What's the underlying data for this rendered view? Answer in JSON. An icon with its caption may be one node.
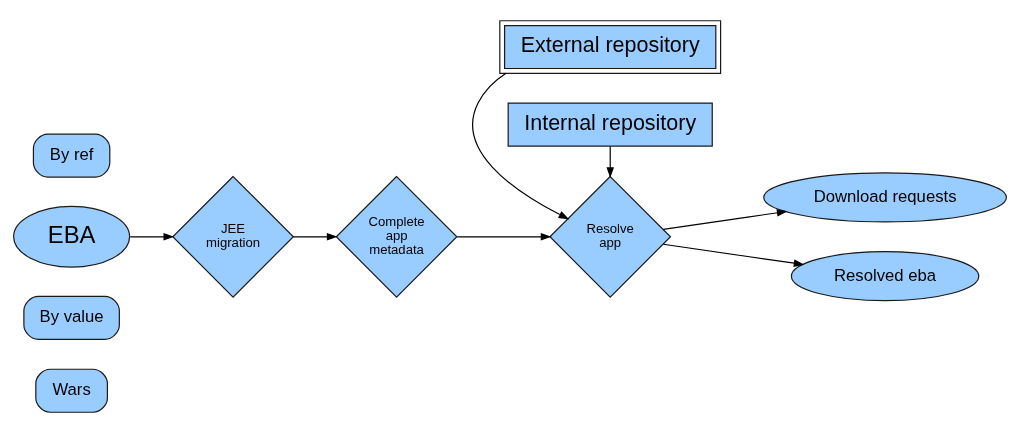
{
  "diagram": {
    "nodes": [
      {
        "text": [
          "EBA"
        ]
      },
      {
        "text": [
          "By ref"
        ]
      },
      {
        "text": [
          "By value"
        ]
      },
      {
        "text": [
          "Wars"
        ]
      },
      {
        "text": [
          "JEE migration"
        ]
      },
      {
        "text": [
          "Complete app metadata"
        ]
      },
      {
        "text": [
          "Resolve app"
        ]
      },
      {
        "text": [
          "External repository"
        ]
      },
      {
        "text": [
          "Internal repository"
        ]
      },
      {
        "text": [
          "Download requests"
        ]
      },
      {
        "text": [
          "Resolved eba"
        ]
      }
    ],
    "edges": [
      {
        "from": 0,
        "to": 4,
        "arrow": "to"
      },
      {
        "from": 4,
        "to": 5,
        "arrow": "to"
      },
      {
        "from": 5,
        "to": 6,
        "arrow": "to"
      },
      {
        "from": 7,
        "to": 6,
        "arrow": "to"
      },
      {
        "from": 8,
        "to": 6,
        "arrow": "to"
      },
      {
        "from": 6,
        "to": 9,
        "arrow": "to"
      },
      {
        "from": 6,
        "to": 10,
        "arrow": "to"
      }
    ]
  }
}
